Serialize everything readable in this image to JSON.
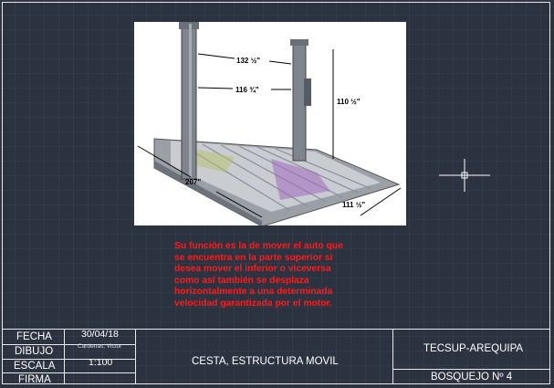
{
  "drawing": {
    "dimensions": {
      "upper_width": "132 ½\"",
      "lower_width": "116 ¾\"",
      "height": "110 ½\"",
      "length": "207\"",
      "depth": "111 ½\""
    },
    "description": "Su función  es la de mover el auto que\nse encuentra en la parte superior si\ndesea mover el inferior o viceversa\ncomo así también se desplaza\nhorizontalmente a una determinada\nvelocidad garantizada por el motor."
  },
  "title_block": {
    "fecha_label": "FECHA",
    "fecha_value": "30/04/18",
    "dibujo_label": "DIBUJO",
    "dibujo_value": "Cardenas, Victor",
    "escala_label": "ESCALA",
    "escala_value": "1:100",
    "firma_label": "FIRMA",
    "project_title": "CESTA, ESTRUCTURA MOVIL",
    "institution": "TECSUP-AREQUIPA",
    "sheet": "BOSQUEJO Nº 4"
  },
  "colors": {
    "background": "#2b3340",
    "annotation_text": "#ff1a1a",
    "lines": "#e8eaee"
  },
  "icons": {
    "cursor": "crosshair-cursor-icon"
  }
}
